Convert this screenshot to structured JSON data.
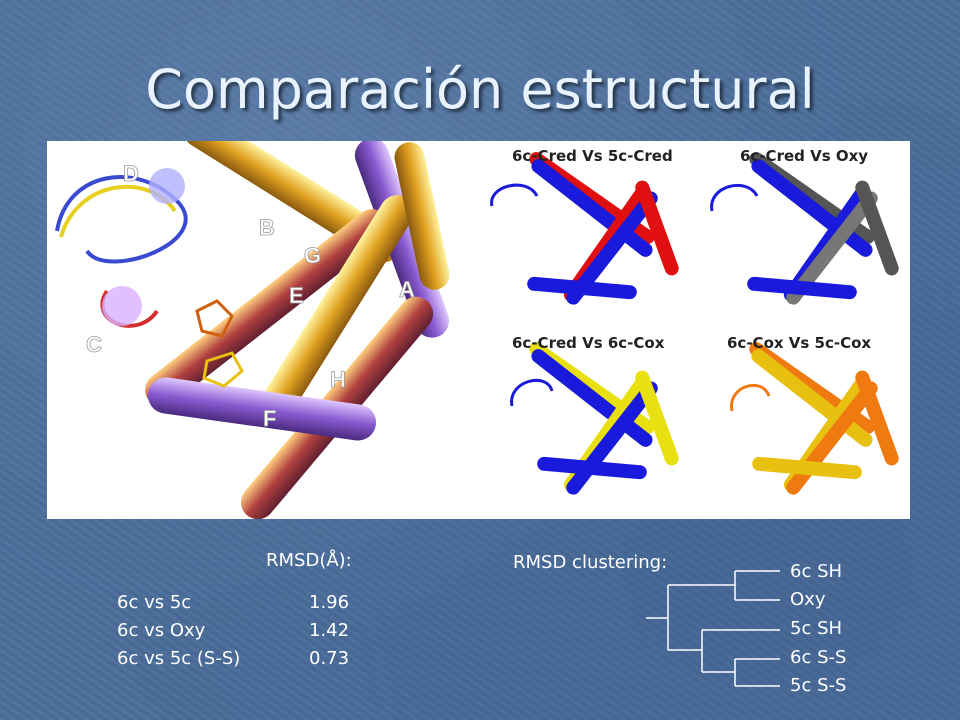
{
  "title": "Comparación estructural",
  "figure": {
    "main_labels": [
      "D",
      "B",
      "G",
      "E",
      "A",
      "C",
      "H",
      "F"
    ],
    "panels": [
      {
        "label": "6c-Cred Vs 5c-Cred",
        "colors": [
          "#e01010",
          "#1a1adc"
        ]
      },
      {
        "label": "6c-Cred Vs Oxy",
        "colors": [
          "#1a1adc",
          "#555555"
        ]
      },
      {
        "label": "6c-Cred Vs 6c-Cox",
        "colors": [
          "#e8e010",
          "#1a1adc"
        ]
      },
      {
        "label": "6c-Cox Vs 5c-Cox",
        "colors": [
          "#ef7a10",
          "#e8c010"
        ]
      }
    ]
  },
  "rmsd": {
    "heading": "RMSD(Å):",
    "rows": [
      {
        "label": "6c vs 5c",
        "value": "1.96"
      },
      {
        "label": "6c vs Oxy",
        "value": "1.42"
      },
      {
        "label": "6c vs 5c (S-S)",
        "value": "0.73"
      }
    ]
  },
  "clustering": {
    "heading": "RMSD clustering:",
    "leaves": [
      "6c SH",
      "Oxy",
      "5c SH",
      "6c S-S",
      "5c S-S"
    ]
  }
}
